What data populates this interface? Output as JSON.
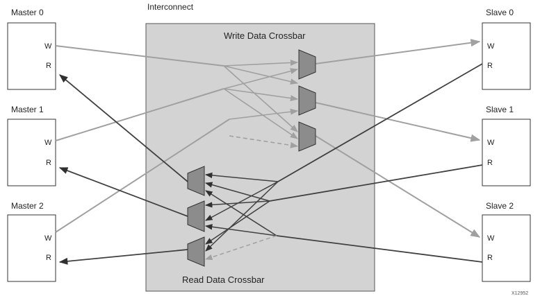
{
  "interconnect": {
    "title": "Interconnect",
    "write_crossbar_label": "Write Data Crossbar",
    "read_crossbar_label": "Read Data Crossbar"
  },
  "masters": [
    {
      "name": "Master 0",
      "w": "W",
      "r": "R"
    },
    {
      "name": "Master 1",
      "w": "W",
      "r": "R"
    },
    {
      "name": "Master 2",
      "w": "W",
      "r": "R"
    }
  ],
  "slaves": [
    {
      "name": "Slave 0",
      "w": "W",
      "r": "R"
    },
    {
      "name": "Slave 1",
      "w": "W",
      "r": "R"
    },
    {
      "name": "Slave 2",
      "w": "W",
      "r": "R"
    }
  ],
  "figure_id": "X12952",
  "colors": {
    "interconnect_fill": "#d3d3d3",
    "mux_fill": "#8c8c8c",
    "write_path": "#a0a0a0",
    "read_path": "#404040"
  }
}
